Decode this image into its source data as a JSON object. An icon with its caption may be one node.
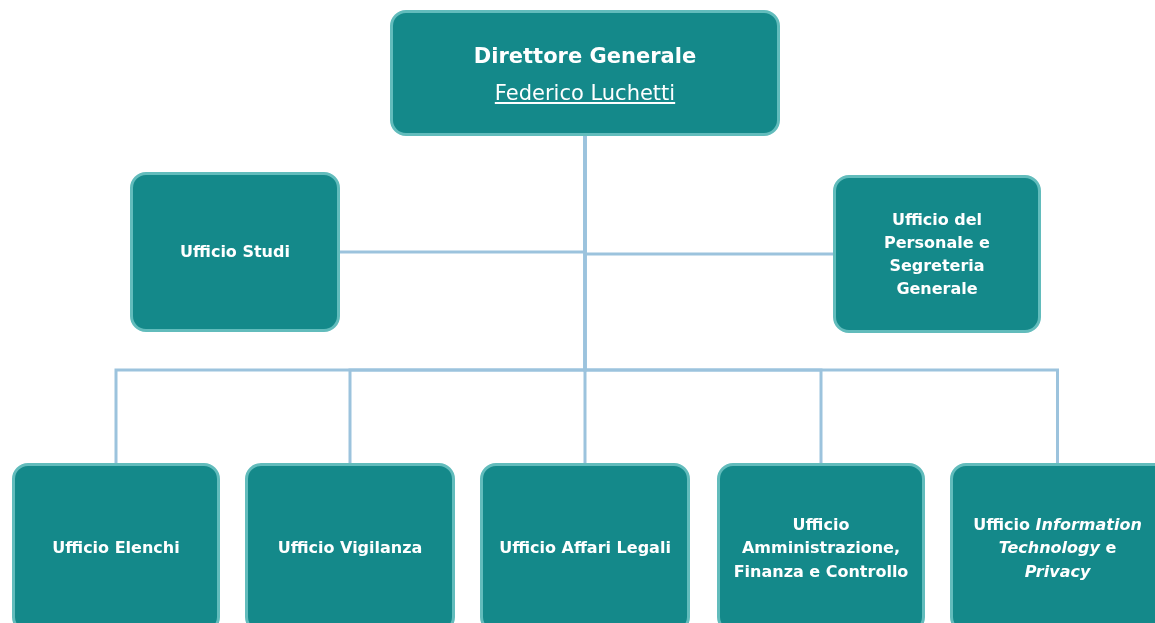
{
  "diagram": {
    "nodes": [
      {
        "text": [
          "Direttore Generale",
          "Federico Luchetti"
        ]
      },
      {
        "text": [
          "Ufficio Studi"
        ]
      },
      {
        "text": [
          "Ufficio del Personale e Segreteria Generale"
        ]
      },
      {
        "text": [
          "Ufficio Elenchi"
        ]
      },
      {
        "text": [
          "Ufficio Vigilanza"
        ]
      },
      {
        "text": [
          "Ufficio Affari Legali"
        ]
      },
      {
        "text": [
          "Ufficio Amministrazione, Finanza e Controllo"
        ]
      },
      {
        "text": [
          "Ufficio *Information Technology* e *Privacy*"
        ]
      }
    ],
    "edges": [
      {
        "from": 0,
        "to": 1,
        "arrow": "none"
      },
      {
        "from": 0,
        "to": 2,
        "arrow": "none"
      },
      {
        "from": 0,
        "to": 3,
        "arrow": "none"
      },
      {
        "from": 0,
        "to": 4,
        "arrow": "none"
      },
      {
        "from": 0,
        "to": 5,
        "arrow": "none"
      },
      {
        "from": 0,
        "to": 6,
        "arrow": "none"
      },
      {
        "from": 0,
        "to": 7,
        "arrow": "none"
      }
    ]
  }
}
